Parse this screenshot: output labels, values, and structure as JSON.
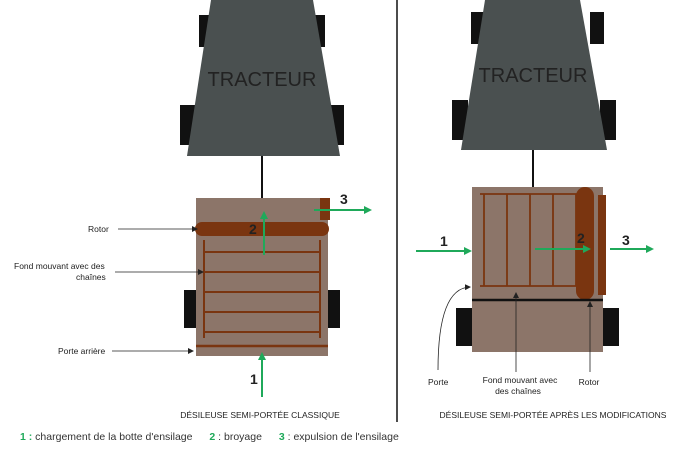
{
  "left": {
    "tractor_label": "TRACTEUR",
    "caption": "DÉSILEUSE SEMI-PORTÉE CLASSIQUE",
    "labels": {
      "rotor": "Rotor",
      "fond_line1": "Fond mouvant avec des",
      "fond_line2": "chaînes",
      "porte": "Porte arrière"
    },
    "steps": {
      "one": "1",
      "two": "2",
      "three": "3"
    }
  },
  "right": {
    "tractor_label": "TRACTEUR",
    "caption": "DÉSILEUSE SEMI-PORTÉE APRÈS LES MODIFICATIONS",
    "labels": {
      "porte": "Porte",
      "fond_line1": "Fond mouvant avec",
      "fond_line2": "des chaînes",
      "rotor": "Rotor"
    },
    "steps": {
      "one": "1",
      "two": "2",
      "three": "3"
    }
  },
  "legend": {
    "item1_num": "1 :",
    "item1_text": " chargement de la botte d'ensilage",
    "item2_num": "2",
    "item2_text": " : broyage",
    "item3_num": "3",
    "item3_text": " : expulsion de l'ensilage"
  },
  "colors": {
    "tractor": "#4a5050",
    "wheel": "#111111",
    "body": "#8c7569",
    "chain": "#7a3510",
    "rotor": "#7a3510",
    "arrow": "#1fa95a"
  }
}
